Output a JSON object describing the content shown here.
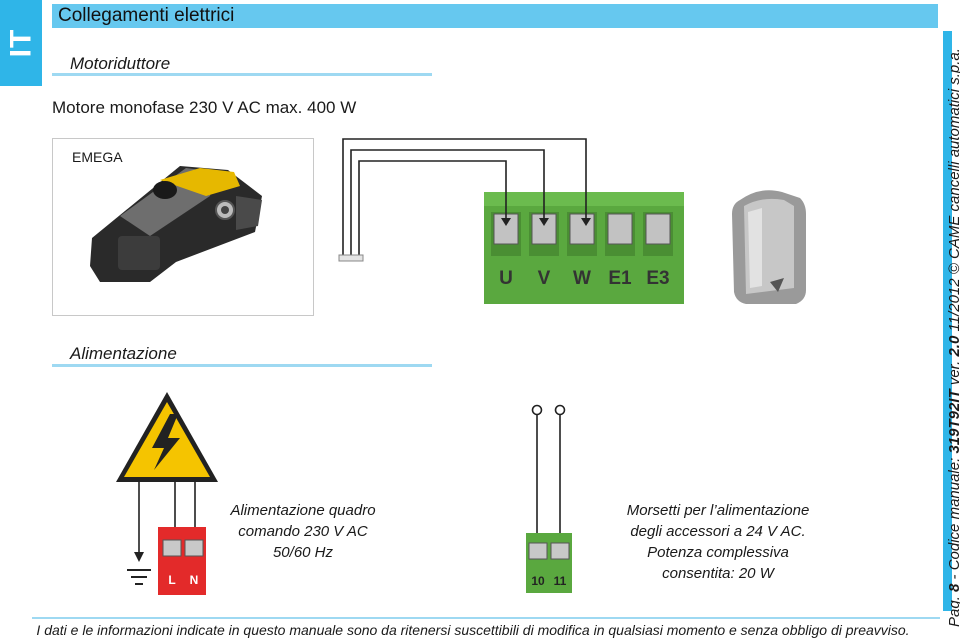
{
  "header": {
    "lang": "IT",
    "title": "Collegamenti elettrici"
  },
  "sections": {
    "motor_title": "Motoriduttore",
    "motor_spec": "Motore monofase 230 V AC max. 400 W",
    "motor_model": "EMEGA",
    "power_title": "Alimentazione",
    "power_desc": [
      "Alimentazione quadro",
      "comando 230 V AC",
      "50/60 Hz"
    ],
    "accessories_desc": [
      "Morsetti per l’alimentazione",
      "degli accessori a 24 V AC.",
      "Potenza complessiva",
      "consentita: 20 W"
    ]
  },
  "terminal_block": {
    "labels": [
      "U",
      "V",
      "W",
      "E1",
      "E3"
    ]
  },
  "power_block": {
    "labels": [
      "L",
      "N"
    ]
  },
  "accessory_block": {
    "labels": [
      "10",
      "11"
    ]
  },
  "side_info": {
    "page_label": "Pag.",
    "page_number": "8",
    "manual_label": "- Codice manuale:",
    "manual_code": "319T92IT",
    "version_label": "ver.",
    "version": "2.0",
    "date": "11/2012",
    "copyright": "© CAME cancelli automatici s.p.a."
  },
  "footer": {
    "disclaimer": "I dati e le informazioni indicate in questo manuale sono da ritenersi suscettibili di modifica in qualsiasi momento e senza obbligo di preavviso."
  },
  "colors": {
    "accent_blue": "#2fb5e8",
    "header_blue": "#66c8ef",
    "terminal_green": "#5aa83f",
    "power_red": "#e32a2a",
    "warning_yellow": "#f5c400"
  }
}
